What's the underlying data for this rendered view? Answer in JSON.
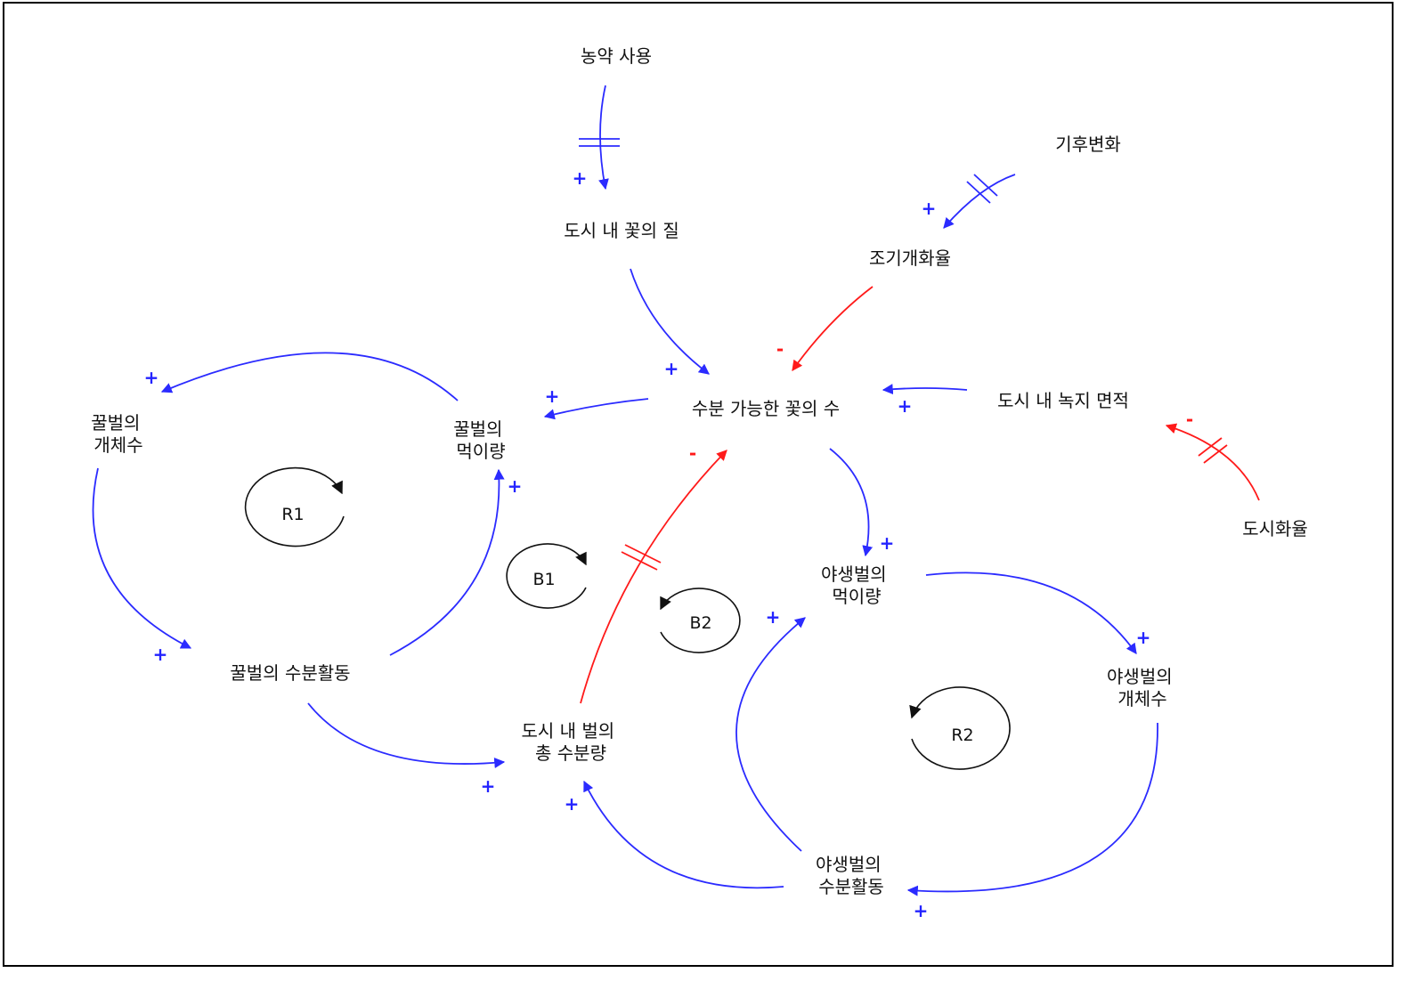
{
  "colors": {
    "positive": "#2b2bff",
    "negative": "#ff1a1a",
    "loop": "#111111"
  },
  "nodes": {
    "pesticide": [
      "농약 사용"
    ],
    "flower_quality": [
      "도시 내 꽃의 질"
    ],
    "climate": [
      "기후변화"
    ],
    "early_bloom": [
      "조기개화율"
    ],
    "pollinable": [
      "수분 가능한 꽃의 수"
    ],
    "green_area": [
      "도시 내 녹지 면적"
    ],
    "urbanization": [
      "도시화율"
    ],
    "honeybee_pop": [
      "꿀벌의",
      "개체수"
    ],
    "honeybee_food": [
      "꿀벌의",
      "먹이량"
    ],
    "honeybee_poll": [
      "꿀벌의 수분활동"
    ],
    "total_poll": [
      "도시 내 벌의",
      "총 수분량"
    ],
    "wildbee_food": [
      "야생벌의",
      "먹이량"
    ],
    "wildbee_pop": [
      "야생벌의",
      "개체수"
    ],
    "wildbee_poll": [
      "야생벌의",
      "수분활동"
    ]
  },
  "links": [
    {
      "from": "pesticide",
      "to": "flower_quality",
      "polarity": "+",
      "delay": true
    },
    {
      "from": "climate",
      "to": "early_bloom",
      "polarity": "+",
      "delay": true
    },
    {
      "from": "flower_quality",
      "to": "pollinable",
      "polarity": "+",
      "delay": false
    },
    {
      "from": "early_bloom",
      "to": "pollinable",
      "polarity": "-",
      "delay": false
    },
    {
      "from": "green_area",
      "to": "pollinable",
      "polarity": "+",
      "delay": false
    },
    {
      "from": "urbanization",
      "to": "green_area",
      "polarity": "-",
      "delay": true
    },
    {
      "from": "pollinable",
      "to": "honeybee_food",
      "polarity": "+",
      "delay": false
    },
    {
      "from": "honeybee_food",
      "to": "honeybee_pop",
      "polarity": "+",
      "delay": false
    },
    {
      "from": "honeybee_pop",
      "to": "honeybee_poll",
      "polarity": "+",
      "delay": false
    },
    {
      "from": "honeybee_poll",
      "to": "honeybee_food",
      "polarity": "+",
      "delay": false
    },
    {
      "from": "honeybee_poll",
      "to": "total_poll",
      "polarity": "+",
      "delay": false
    },
    {
      "from": "total_poll",
      "to": "pollinable",
      "polarity": "-",
      "delay": true
    },
    {
      "from": "pollinable",
      "to": "wildbee_food",
      "polarity": "+",
      "delay": false
    },
    {
      "from": "wildbee_food",
      "to": "wildbee_pop",
      "polarity": "+",
      "delay": false
    },
    {
      "from": "wildbee_pop",
      "to": "wildbee_poll",
      "polarity": "+",
      "delay": false
    },
    {
      "from": "wildbee_poll",
      "to": "wildbee_food",
      "polarity": "+",
      "delay": false
    },
    {
      "from": "wildbee_poll",
      "to": "total_poll",
      "polarity": "+",
      "delay": false
    }
  ],
  "loops": [
    {
      "id": "r1",
      "label": "R1",
      "direction": "clockwise"
    },
    {
      "id": "b1",
      "label": "B1",
      "direction": "clockwise"
    },
    {
      "id": "b2",
      "label": "B2",
      "direction": "counterclockwise"
    },
    {
      "id": "r2",
      "label": "R2",
      "direction": "counterclockwise"
    }
  ]
}
